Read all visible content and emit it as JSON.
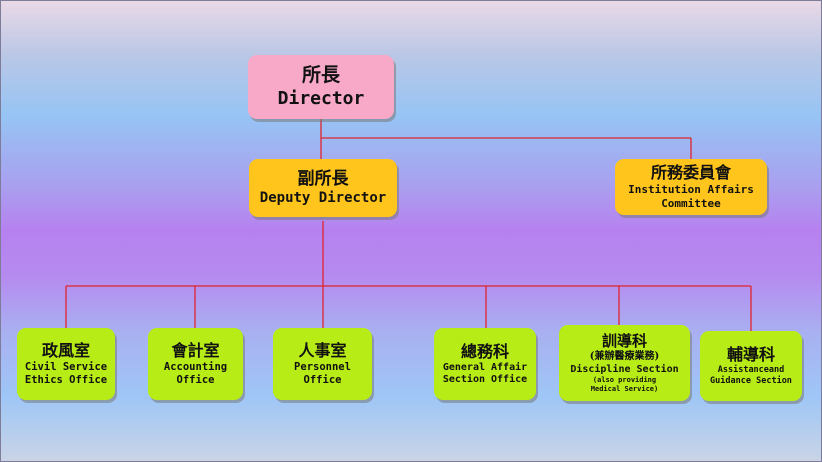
{
  "director": {
    "zh": "所長",
    "en": "Director"
  },
  "deputy": {
    "zh": "副所長",
    "en": "Deputy Director"
  },
  "committee": {
    "zh": "所務委員會",
    "en1": "Institution Affairs",
    "en2": "Committee"
  },
  "units": [
    {
      "zh": "政風室",
      "en1": "Civil Service",
      "en2": "Ethics Office"
    },
    {
      "zh": "會計室",
      "en1": "Accounting",
      "en2": "Office"
    },
    {
      "zh": "人事室",
      "en1": "Personnel",
      "en2": "Office"
    },
    {
      "zh": "總務科",
      "en1": "General Affair",
      "en2": "Section Office"
    },
    {
      "zh": "訓導科",
      "zh_sub": "(兼辦醫療業務)",
      "en1": "Discipline Section",
      "en2": "(also providing",
      "en3": "Medical Service)"
    },
    {
      "zh": "輔導科",
      "en1": "Assistanceand",
      "en2": "Guidance Section"
    }
  ],
  "colors": {
    "connector": "#e0242e",
    "director_box": "#f7a9c7",
    "deputy_box": "#ffc51c",
    "unit_box": "#b8ec17"
  }
}
